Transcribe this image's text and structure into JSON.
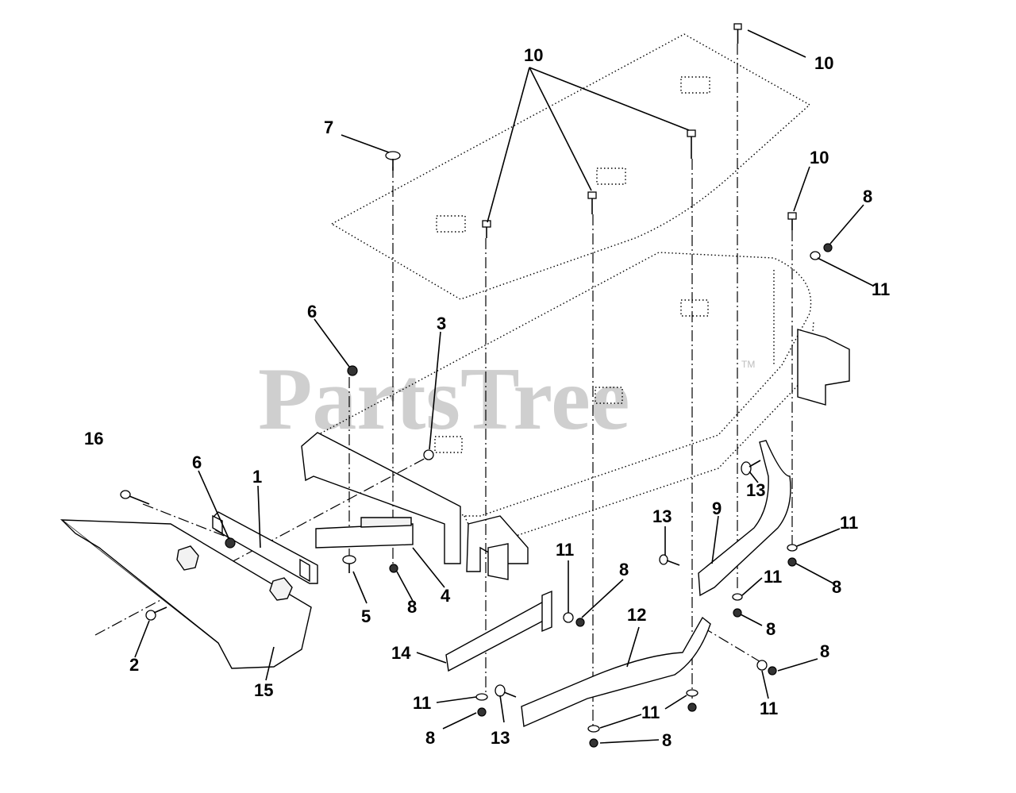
{
  "watermark": {
    "text": "PartsTree",
    "trademark": "TM"
  },
  "callouts": [
    {
      "id": "callout-10-top-center",
      "label": "10"
    },
    {
      "id": "callout-10-top-right",
      "label": "10"
    },
    {
      "id": "callout-7",
      "label": "7"
    },
    {
      "id": "callout-10-right",
      "label": "10"
    },
    {
      "id": "callout-8-upper-right",
      "label": "8"
    },
    {
      "id": "callout-11-upper-right",
      "label": "11"
    },
    {
      "id": "callout-6-upper",
      "label": "6"
    },
    {
      "id": "callout-3",
      "label": "3"
    },
    {
      "id": "callout-16",
      "label": "16"
    },
    {
      "id": "callout-6-lower",
      "label": "6"
    },
    {
      "id": "callout-1",
      "label": "1"
    },
    {
      "id": "callout-13-right",
      "label": "13"
    },
    {
      "id": "callout-13-center",
      "label": "13"
    },
    {
      "id": "callout-9",
      "label": "9"
    },
    {
      "id": "callout-11-right",
      "label": "11"
    },
    {
      "id": "callout-8-right",
      "label": "8"
    },
    {
      "id": "callout-11-mid-right",
      "label": "11"
    },
    {
      "id": "callout-8-mid-right",
      "label": "8"
    },
    {
      "id": "callout-4",
      "label": "4"
    },
    {
      "id": "callout-5",
      "label": "5"
    },
    {
      "id": "callout-8-center",
      "label": "8"
    },
    {
      "id": "callout-2",
      "label": "2"
    },
    {
      "id": "callout-15",
      "label": "15"
    },
    {
      "id": "callout-11-center",
      "label": "11"
    },
    {
      "id": "callout-8-center-lower",
      "label": "8"
    },
    {
      "id": "callout-12",
      "label": "12"
    },
    {
      "id": "callout-14",
      "label": "14"
    },
    {
      "id": "callout-11-bottom-left",
      "label": "11"
    },
    {
      "id": "callout-8-bottom-left",
      "label": "8"
    },
    {
      "id": "callout-13-bottom",
      "label": "13"
    },
    {
      "id": "callout-11-bottom-center",
      "label": "11"
    },
    {
      "id": "callout-8-bottom-center",
      "label": "8"
    },
    {
      "id": "callout-11-bottom-right",
      "label": "11"
    },
    {
      "id": "callout-8-bottom-right",
      "label": "8"
    }
  ]
}
